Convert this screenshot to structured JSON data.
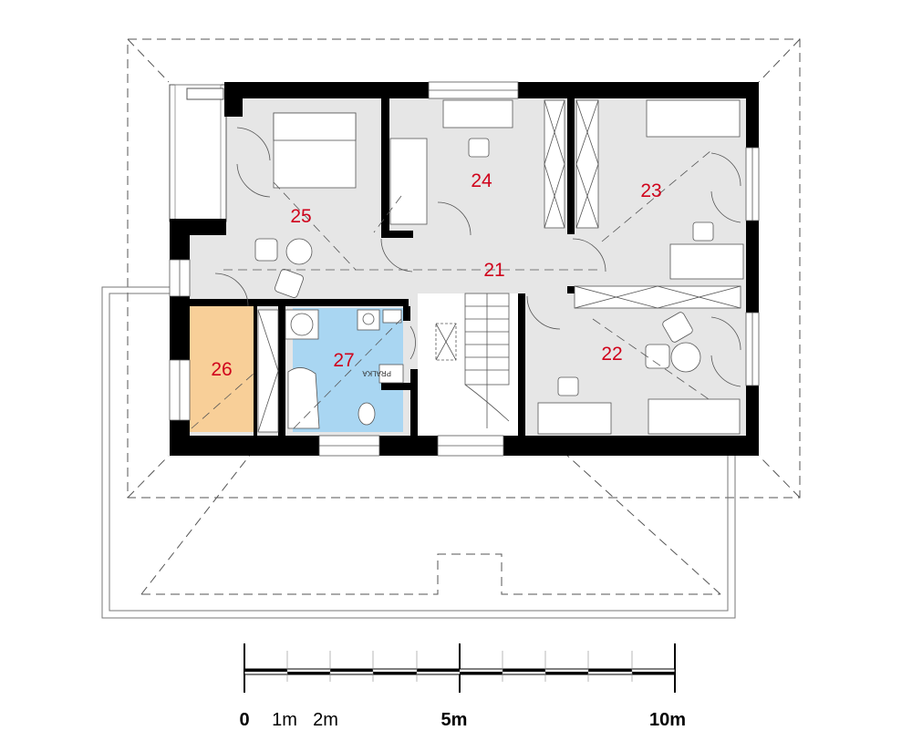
{
  "plan": {
    "rooms": [
      {
        "id": "21",
        "label": "21"
      },
      {
        "id": "22",
        "label": "22"
      },
      {
        "id": "23",
        "label": "23"
      },
      {
        "id": "24",
        "label": "24"
      },
      {
        "id": "25",
        "label": "25"
      },
      {
        "id": "26",
        "label": "26"
      },
      {
        "id": "27",
        "label": "27"
      }
    ],
    "laundry_label": "PRALKA"
  },
  "scale_bar": {
    "labels": {
      "zero": "0",
      "one": "1m",
      "two": "2m",
      "five": "5m",
      "ten": "10m"
    }
  },
  "colors": {
    "room_label": "#d0021b",
    "wall": "#000000",
    "floor": "#e6e6e6",
    "bath_floor": "#a9d6f2",
    "storage_floor": "#f8cf98",
    "dashed_line": "#555555"
  }
}
